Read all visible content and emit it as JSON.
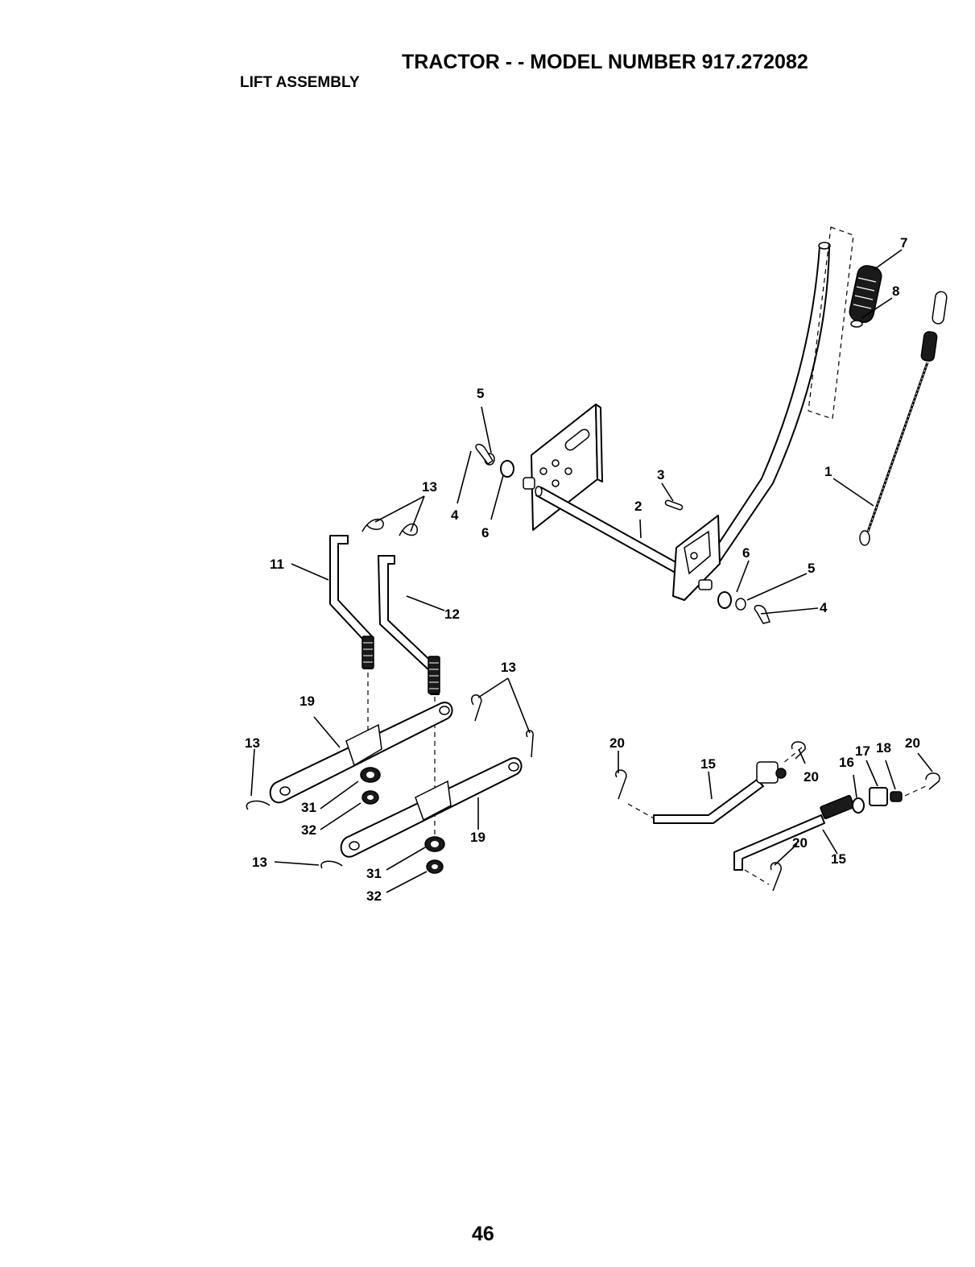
{
  "header": {
    "title": "TRACTOR - - MODEL NUMBER 917.272082",
    "section": "LIFT ASSEMBLY"
  },
  "footer": {
    "page_number": "46"
  },
  "callouts": {
    "c1": "1",
    "c2": "2",
    "c3": "3",
    "c4a": "4",
    "c4b": "4",
    "c5a": "5",
    "c5b": "5",
    "c6a": "6",
    "c6b": "6",
    "c7": "7",
    "c8": "8",
    "c11": "11",
    "c12": "12",
    "c13a": "13",
    "c13b": "13",
    "c13c": "13",
    "c13d": "13",
    "c15a": "15",
    "c15b": "15",
    "c16": "16",
    "c17": "17",
    "c18": "18",
    "c19a": "19",
    "c19b": "19",
    "c20a": "20",
    "c20b": "20",
    "c20c": "20",
    "c20d": "20",
    "c31a": "31",
    "c31b": "31",
    "c32a": "32",
    "c32b": "32"
  }
}
